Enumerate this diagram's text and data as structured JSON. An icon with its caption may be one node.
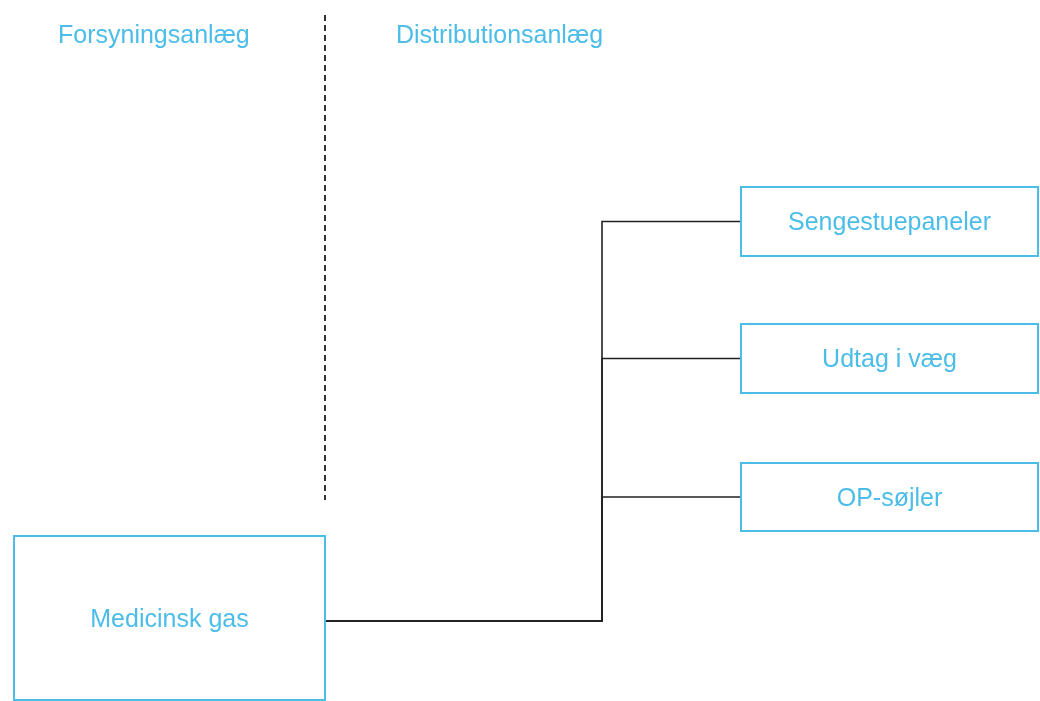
{
  "diagram": {
    "nodes": [
      {
        "text": [
          "Medicinsk gas"
        ]
      },
      {
        "text": [
          "Sengestuepaneler"
        ]
      },
      {
        "text": [
          "Udtag i væg"
        ]
      },
      {
        "text": [
          "OP-søjler"
        ]
      }
    ],
    "edges": [
      {
        "from": 0,
        "to": 1,
        "arrow": "none"
      },
      {
        "from": 0,
        "to": 2,
        "arrow": "none"
      },
      {
        "from": 0,
        "to": 3,
        "arrow": "none"
      }
    ],
    "labels": [
      "Forsyningsanlæg",
      "Distributionsanlæg"
    ]
  }
}
